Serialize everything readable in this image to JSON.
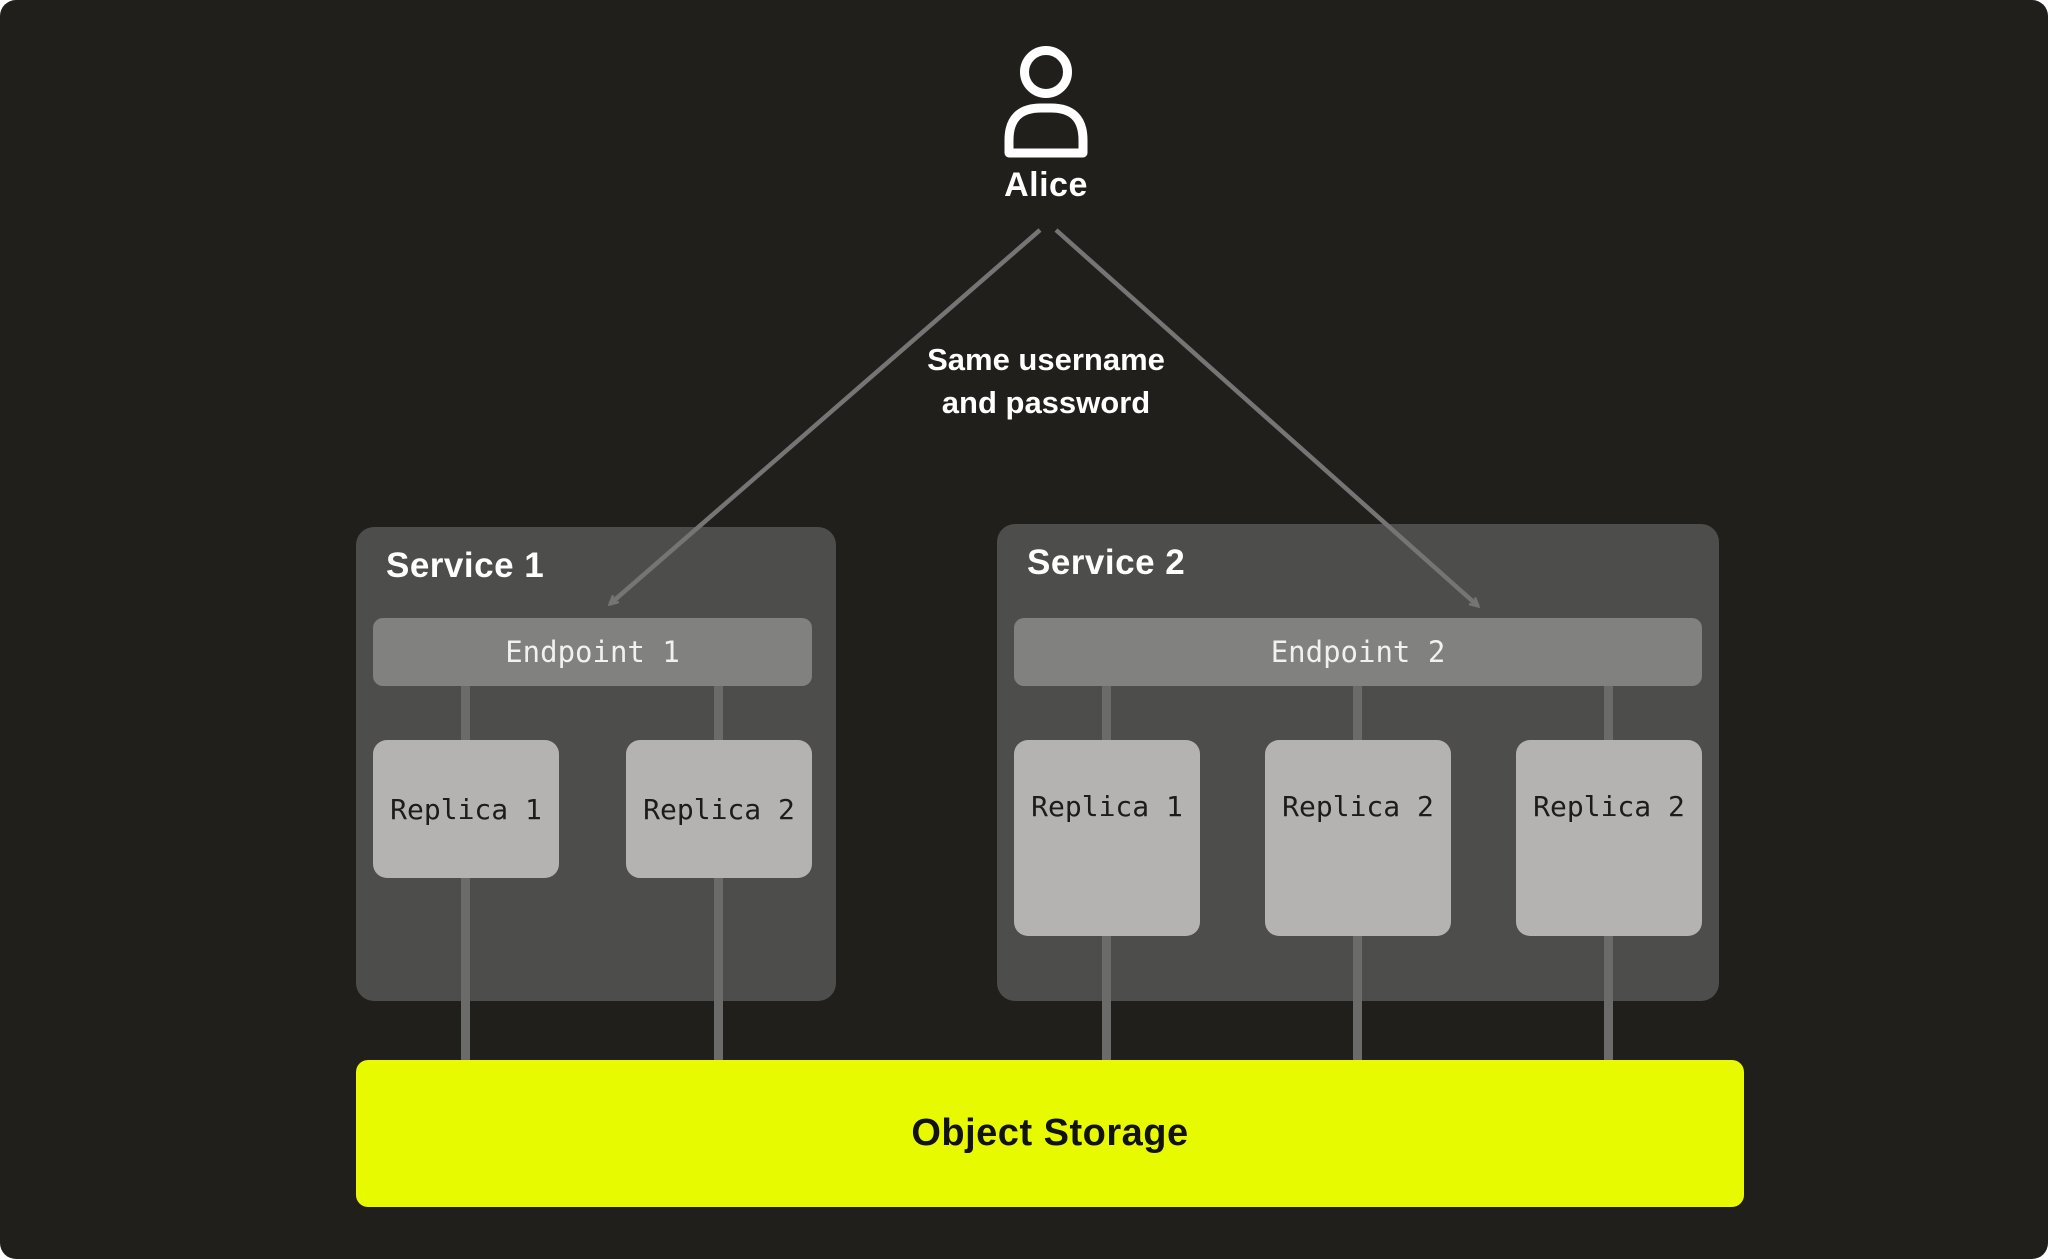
{
  "user": {
    "name": "Alice",
    "icon": "person-icon"
  },
  "annotation": {
    "line1": "Same username",
    "line2": "and password"
  },
  "services": [
    {
      "title": "Service 1",
      "endpoint_label": "Endpoint 1",
      "replicas": [
        "Replica 1",
        "Replica 2"
      ]
    },
    {
      "title": "Service 2",
      "endpoint_label": "Endpoint 2",
      "replicas": [
        "Replica 1",
        "Replica 2",
        "Replica 2"
      ]
    }
  ],
  "storage": {
    "label": "Object Storage"
  },
  "colors": {
    "background": "#201f1b",
    "service_box": "#4d4d4c",
    "endpoint_bar": "#818180",
    "replica_box": "#b4b3b2",
    "connector_line": "#6b6b6a",
    "arrow_line": "#757575",
    "storage_accent": "#e8fa00",
    "text_light": "#ffffff",
    "text_dark": "#1c1c1c"
  }
}
